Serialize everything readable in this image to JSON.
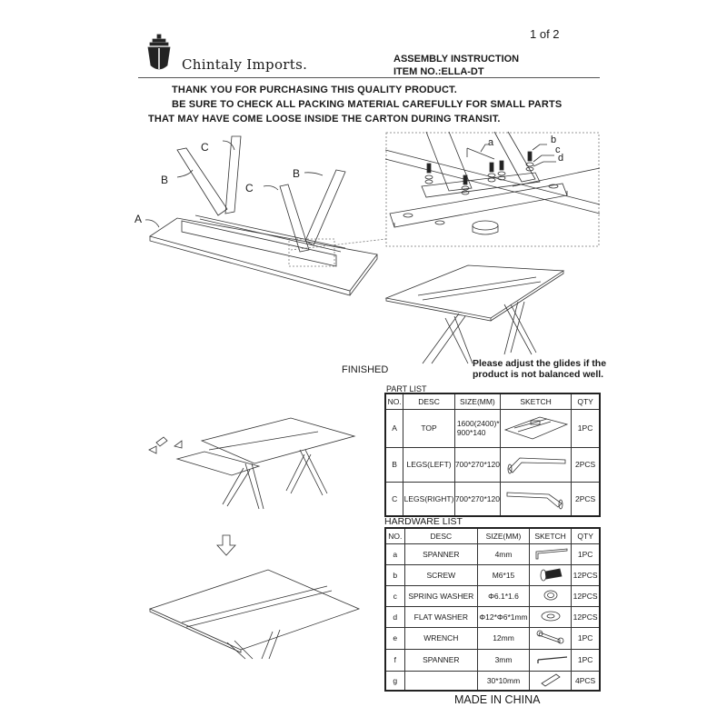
{
  "header": {
    "page_indicator": "1 of 2",
    "brand_name": "Chintaly Imports.",
    "doc_title": "ASSEMBLY INSTRUCTION",
    "item_number": "ITEM NO.:ELLA-DT"
  },
  "notice": {
    "line1": "THANK YOU FOR PURCHASING THIS QUALITY PRODUCT.",
    "line2": "BE SURE TO CHECK ALL PACKING MATERIAL CAREFULLY FOR SMALL PARTS",
    "line3": "THAT MAY HAVE COME LOOSE INSIDE THE CARTON DURING TRANSIT."
  },
  "assembly_figure": {
    "labels": {
      "top": "A",
      "leg_left_1": "B",
      "leg_left_2": "B",
      "leg_right_1": "C",
      "leg_right_2": "C"
    }
  },
  "detail_figure": {
    "labels": {
      "spanner": "a",
      "screw": "b",
      "spring_washer": "c",
      "flat_washer": "d"
    }
  },
  "finished": {
    "label": "FINISHED",
    "note_line1": "Please adjust the glides if the",
    "note_line2": "product is not balanced well."
  },
  "part_list": {
    "caption": "PART LIST",
    "headers": [
      "NO.",
      "DESC",
      "SIZE(MM)",
      "SKETCH",
      "QTY"
    ],
    "rows": [
      {
        "no": "A",
        "desc": "TOP",
        "size_line1": "1600(2400)*",
        "size_line2": "900*140",
        "sketch": "table-top-sketch",
        "qty": "1PC"
      },
      {
        "no": "B",
        "desc": "LEGS(LEFT)",
        "size_line1": "700*270*120",
        "size_line2": "",
        "sketch": "left-leg-sketch",
        "qty": "2PCS"
      },
      {
        "no": "C",
        "desc": "LEGS(RIGHT)",
        "size_line1": "700*270*120",
        "size_line2": "",
        "sketch": "right-leg-sketch",
        "qty": "2PCS"
      }
    ]
  },
  "hardware_list": {
    "caption": "HARDWARE LIST",
    "headers": [
      "NO.",
      "DESC",
      "SIZE(MM)",
      "SKETCH",
      "QTY"
    ],
    "rows": [
      {
        "no": "a",
        "desc": "SPANNER",
        "size": "4mm",
        "sketch": "allen-key-icon",
        "qty": "1PC"
      },
      {
        "no": "b",
        "desc": "SCREW",
        "size": "M6*15",
        "sketch": "screw-icon",
        "qty": "12PCS"
      },
      {
        "no": "c",
        "desc": "SPRING WASHER",
        "size": "Φ6.1*1.6",
        "sketch": "spring-washer-icon",
        "qty": "12PCS"
      },
      {
        "no": "d",
        "desc": "FLAT WASHER",
        "size": "Φ12*Φ6*1mm",
        "sketch": "flat-washer-icon",
        "qty": "12PCS"
      },
      {
        "no": "e",
        "desc": "WRENCH",
        "size": "12mm",
        "sketch": "wrench-icon",
        "qty": "1PC"
      },
      {
        "no": "f",
        "desc": "SPANNER",
        "size": "3mm",
        "sketch": "allen-key-icon",
        "qty": "1PC"
      },
      {
        "no": "g",
        "desc": "",
        "size": "30*10mm",
        "sketch": "pad-icon",
        "qty": "4PCS"
      }
    ]
  },
  "footer": {
    "origin": "MADE IN CHINA"
  }
}
